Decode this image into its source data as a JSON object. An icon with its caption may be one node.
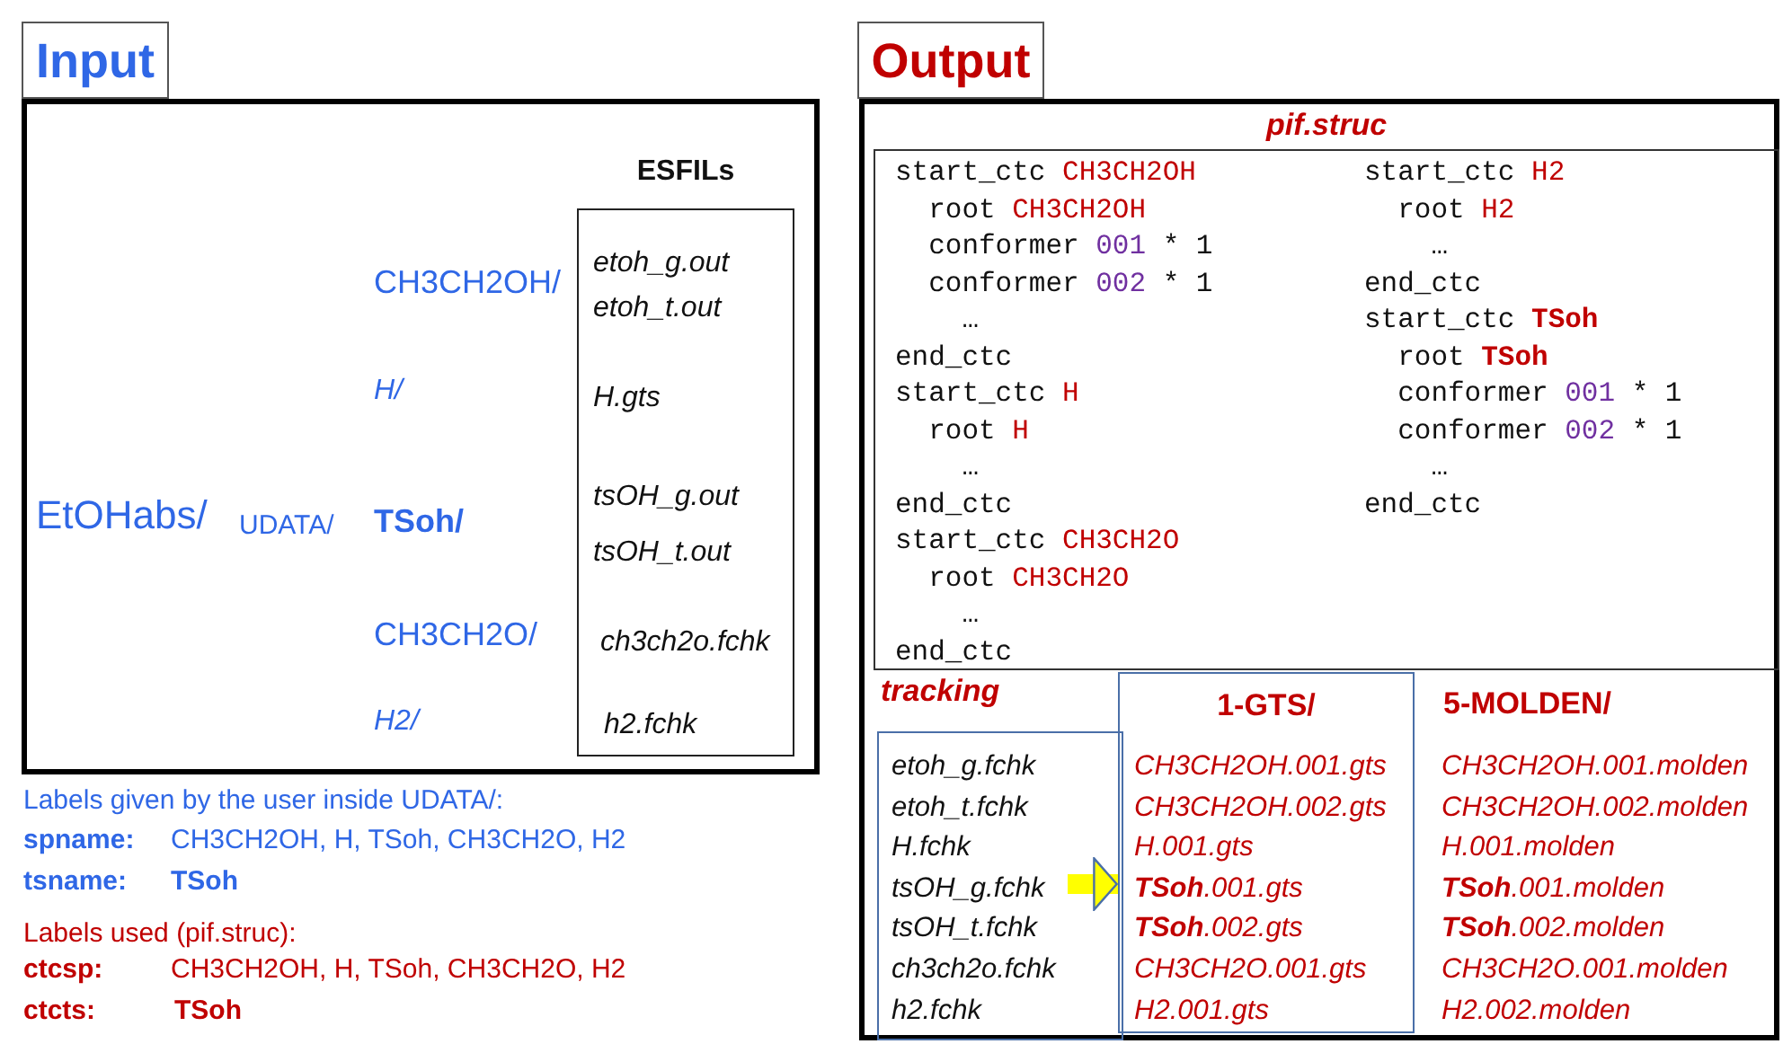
{
  "diagram": {
    "nodes": [
      {
        "text": [
          "Input"
        ]
      },
      {
        "text": [],
        "shape": "box"
      },
      {
        "text": [
          "ESFILs",
          "etoh_g.out",
          "etoh_t.out",
          "H.gts",
          "tsOH_g.out",
          "tsOH_t.out",
          "ch3ch2o.fchk",
          "h2.fchk"
        ],
        "in": 1
      },
      {
        "text": [
          "Output"
        ]
      },
      {
        "text": [],
        "shape": "box"
      },
      {
        "text": [
          "pif.struc",
          "start_ctc",
          "CH3CH2OH",
          "root",
          "CH3CH2OH",
          "conformer",
          "001",
          "* 1",
          "conformer",
          "002",
          "* 1",
          "…",
          "end_ctc",
          "start_ctc",
          "H",
          "root",
          "H",
          "…",
          "end_ctc",
          "start_ctc",
          "CH3CH2O",
          "root",
          "CH3CH2O",
          "…",
          "end_ctc",
          "start_ctc",
          "H2",
          "root",
          "H2",
          "…",
          "end_ctc",
          "start_ctc",
          "TSoh",
          "root",
          "TSoh",
          "conformer",
          "001",
          "* 1",
          "conformer",
          "002",
          "* 1",
          "…",
          "end_ctc"
        ],
        "in": 4
      },
      {
        "text": [
          "tracking",
          "etoh_g.fchk",
          "etoh_t.fchk",
          "H.fchk",
          "tsOH_g.fchk",
          "tsOH_t.fchk",
          "ch3ch2o.fchk",
          "h2.fchk"
        ],
        "in": 4
      },
      {
        "text": [
          "1-GTS/",
          "CH3CH2OH.001.gts",
          "CH3CH2OH.002.gts",
          "H.001.gts",
          "**TSoh**.001.gts",
          "**TSoh**.002.gts",
          "CH3CH2O.001.gts",
          "H2.001.gts"
        ],
        "in": 4
      }
    ],
    "edges": [
      {
        "from": 6,
        "to": 7,
        "arrow": "to"
      }
    ],
    "labels": [
      "EtOHabs/",
      "UDATA/",
      "CH3CH2OH/",
      "H/",
      "TSoh/",
      "CH3CH2O/",
      "H2/",
      "Labels given by the user inside UDATA/:",
      "spname:",
      "CH3CH2OH, H, TSoh, CH3CH2O, H2",
      "tsname:",
      "TSoh",
      "Labels used (pif.struc):",
      "ctcsp:",
      "CH3CH2OH, H, TSoh, CH3CH2O, H2",
      "ctcts:",
      "TSoh",
      "5-MOLDEN/",
      "CH3CH2OH.001.molden",
      "CH3CH2OH.002.molden",
      "H.001.molden",
      "**TSoh**.001.molden",
      "**TSoh**.002.molden",
      "CH3CH2O.001.molden",
      "H2.002.molden"
    ]
  }
}
